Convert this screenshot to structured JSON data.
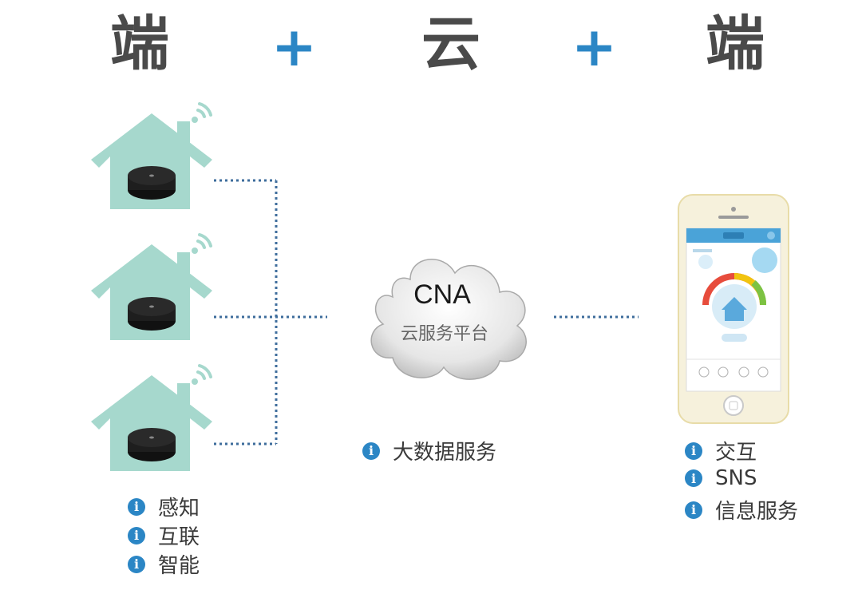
{
  "headings": {
    "left": "端",
    "plus1": "+",
    "middle": "云",
    "plus2": "+",
    "right": "端"
  },
  "cloud": {
    "title": "CNA",
    "subtitle": "云服务平台"
  },
  "features": {
    "devices": [
      "感知",
      "互联",
      "智能"
    ],
    "cloud": [
      "大数据服务"
    ],
    "mobile": [
      "交互",
      "SNS",
      "信息服务"
    ]
  },
  "icons": {
    "house": "house-icon",
    "wifi": "wifi-signal-icon",
    "device": "smart-hub-device-icon",
    "cloud": "cloud-icon",
    "phone": "smartphone-icon",
    "info": "info-icon"
  },
  "colors": {
    "house": "#a6d8cd",
    "wifi": "#a6d8cd",
    "device": "#1e1e1e",
    "accent": "#2b86c5",
    "dotted_line": "#3e6d9c",
    "heading": "#4a4a4a"
  }
}
